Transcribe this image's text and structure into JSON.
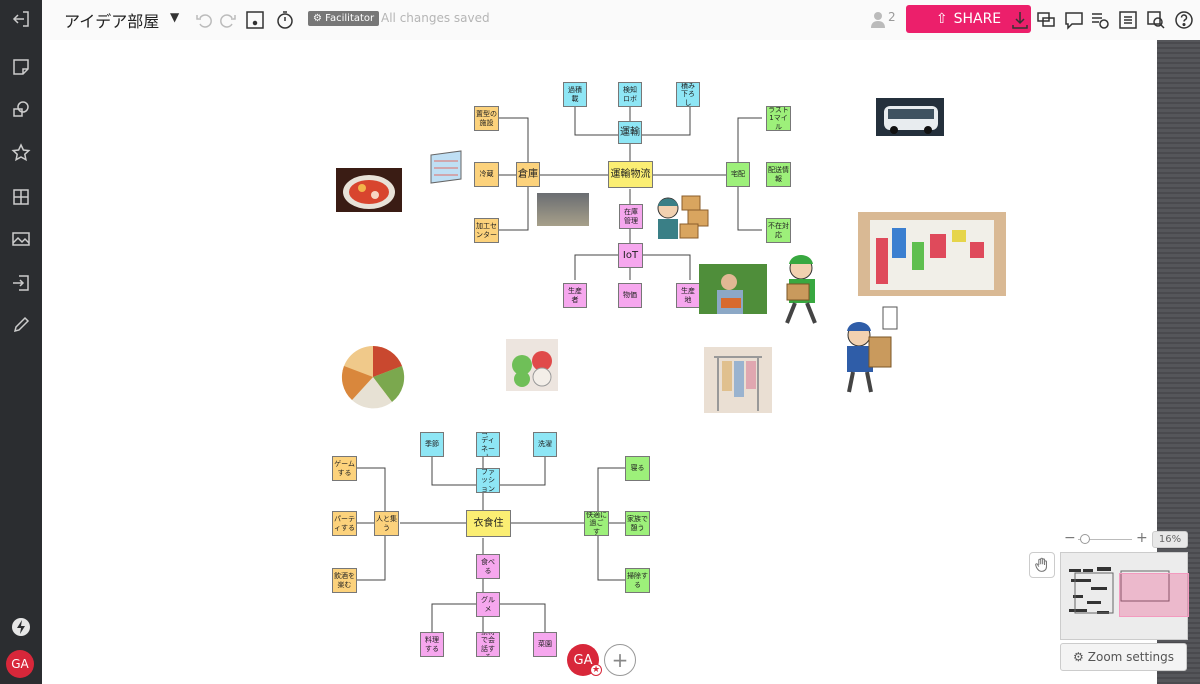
{
  "board": {
    "title": "アイデア部屋",
    "facilitator_label": "Facilitator",
    "save_status": "All changes saved",
    "user_count": "2",
    "share_label": "SHARE",
    "avatar_initials": "GA"
  },
  "zoom": {
    "level": "16%",
    "settings_label": "Zoom settings",
    "minus": "−",
    "plus": "+"
  },
  "colors": {
    "share": "#ec1f6b",
    "toolbar": "#2b2d30",
    "avatar": "#d8273a"
  },
  "left_toolbar": [
    "exit-icon",
    "sticky-note-icon",
    "shapes-icon",
    "template-star-icon",
    "grid-icon",
    "image-icon",
    "import-icon",
    "pen-icon",
    "lightning-icon"
  ],
  "top_icons": [
    "undo-icon",
    "redo-icon",
    "frame-icon",
    "timer-icon",
    "user-icon",
    "download-icon",
    "chat-bubbles-icon",
    "comment-icon",
    "activity-icon",
    "list-icon",
    "search-icon",
    "help-icon"
  ],
  "mindmap_top": {
    "center": "運輸物流",
    "transport": "運輸",
    "transport_children": [
      "過積載",
      "検知ロボ",
      "積み下ろし"
    ],
    "warehouse": "倉庫",
    "warehouse_children": [
      "置型の施設",
      "冷蔵",
      "加工センター"
    ],
    "delivery": "宅配",
    "delivery_children": [
      "ラスト1マイル",
      "配送情報",
      "不在対応"
    ],
    "inventory": "在庫管理",
    "iot": "IoT",
    "iot_children": [
      "生産者",
      "物価",
      "生産地"
    ]
  },
  "mindmap_bottom": {
    "center": "衣食住",
    "fashion": "ファッション",
    "fashion_children": [
      "季節",
      "コーディネート",
      "洗濯"
    ],
    "people": "人と集う",
    "people_children": [
      "ゲームする",
      "パーティする",
      "飲酒を楽む"
    ],
    "comfort": "快適に過ごす",
    "comfort_children": [
      "寝る",
      "家族で憩う",
      "掃除する"
    ],
    "eat": "食べる",
    "gourmet": "グルメ",
    "gourmet_children": [
      "料理する",
      "素材で会話する",
      "菜園"
    ]
  }
}
